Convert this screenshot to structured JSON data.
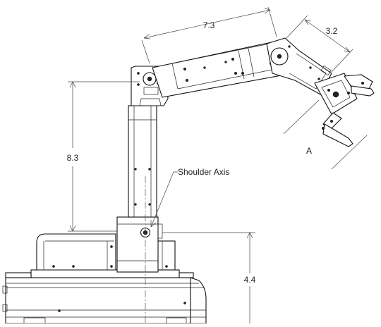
{
  "dimensions": {
    "upper_arm_length": "7.3",
    "wrist_length": "3.2",
    "forearm_height": "8.3",
    "shoulder_height": "4.4"
  },
  "labels": {
    "shoulder_axis": "Shoulder Axis",
    "gripper": "A"
  }
}
